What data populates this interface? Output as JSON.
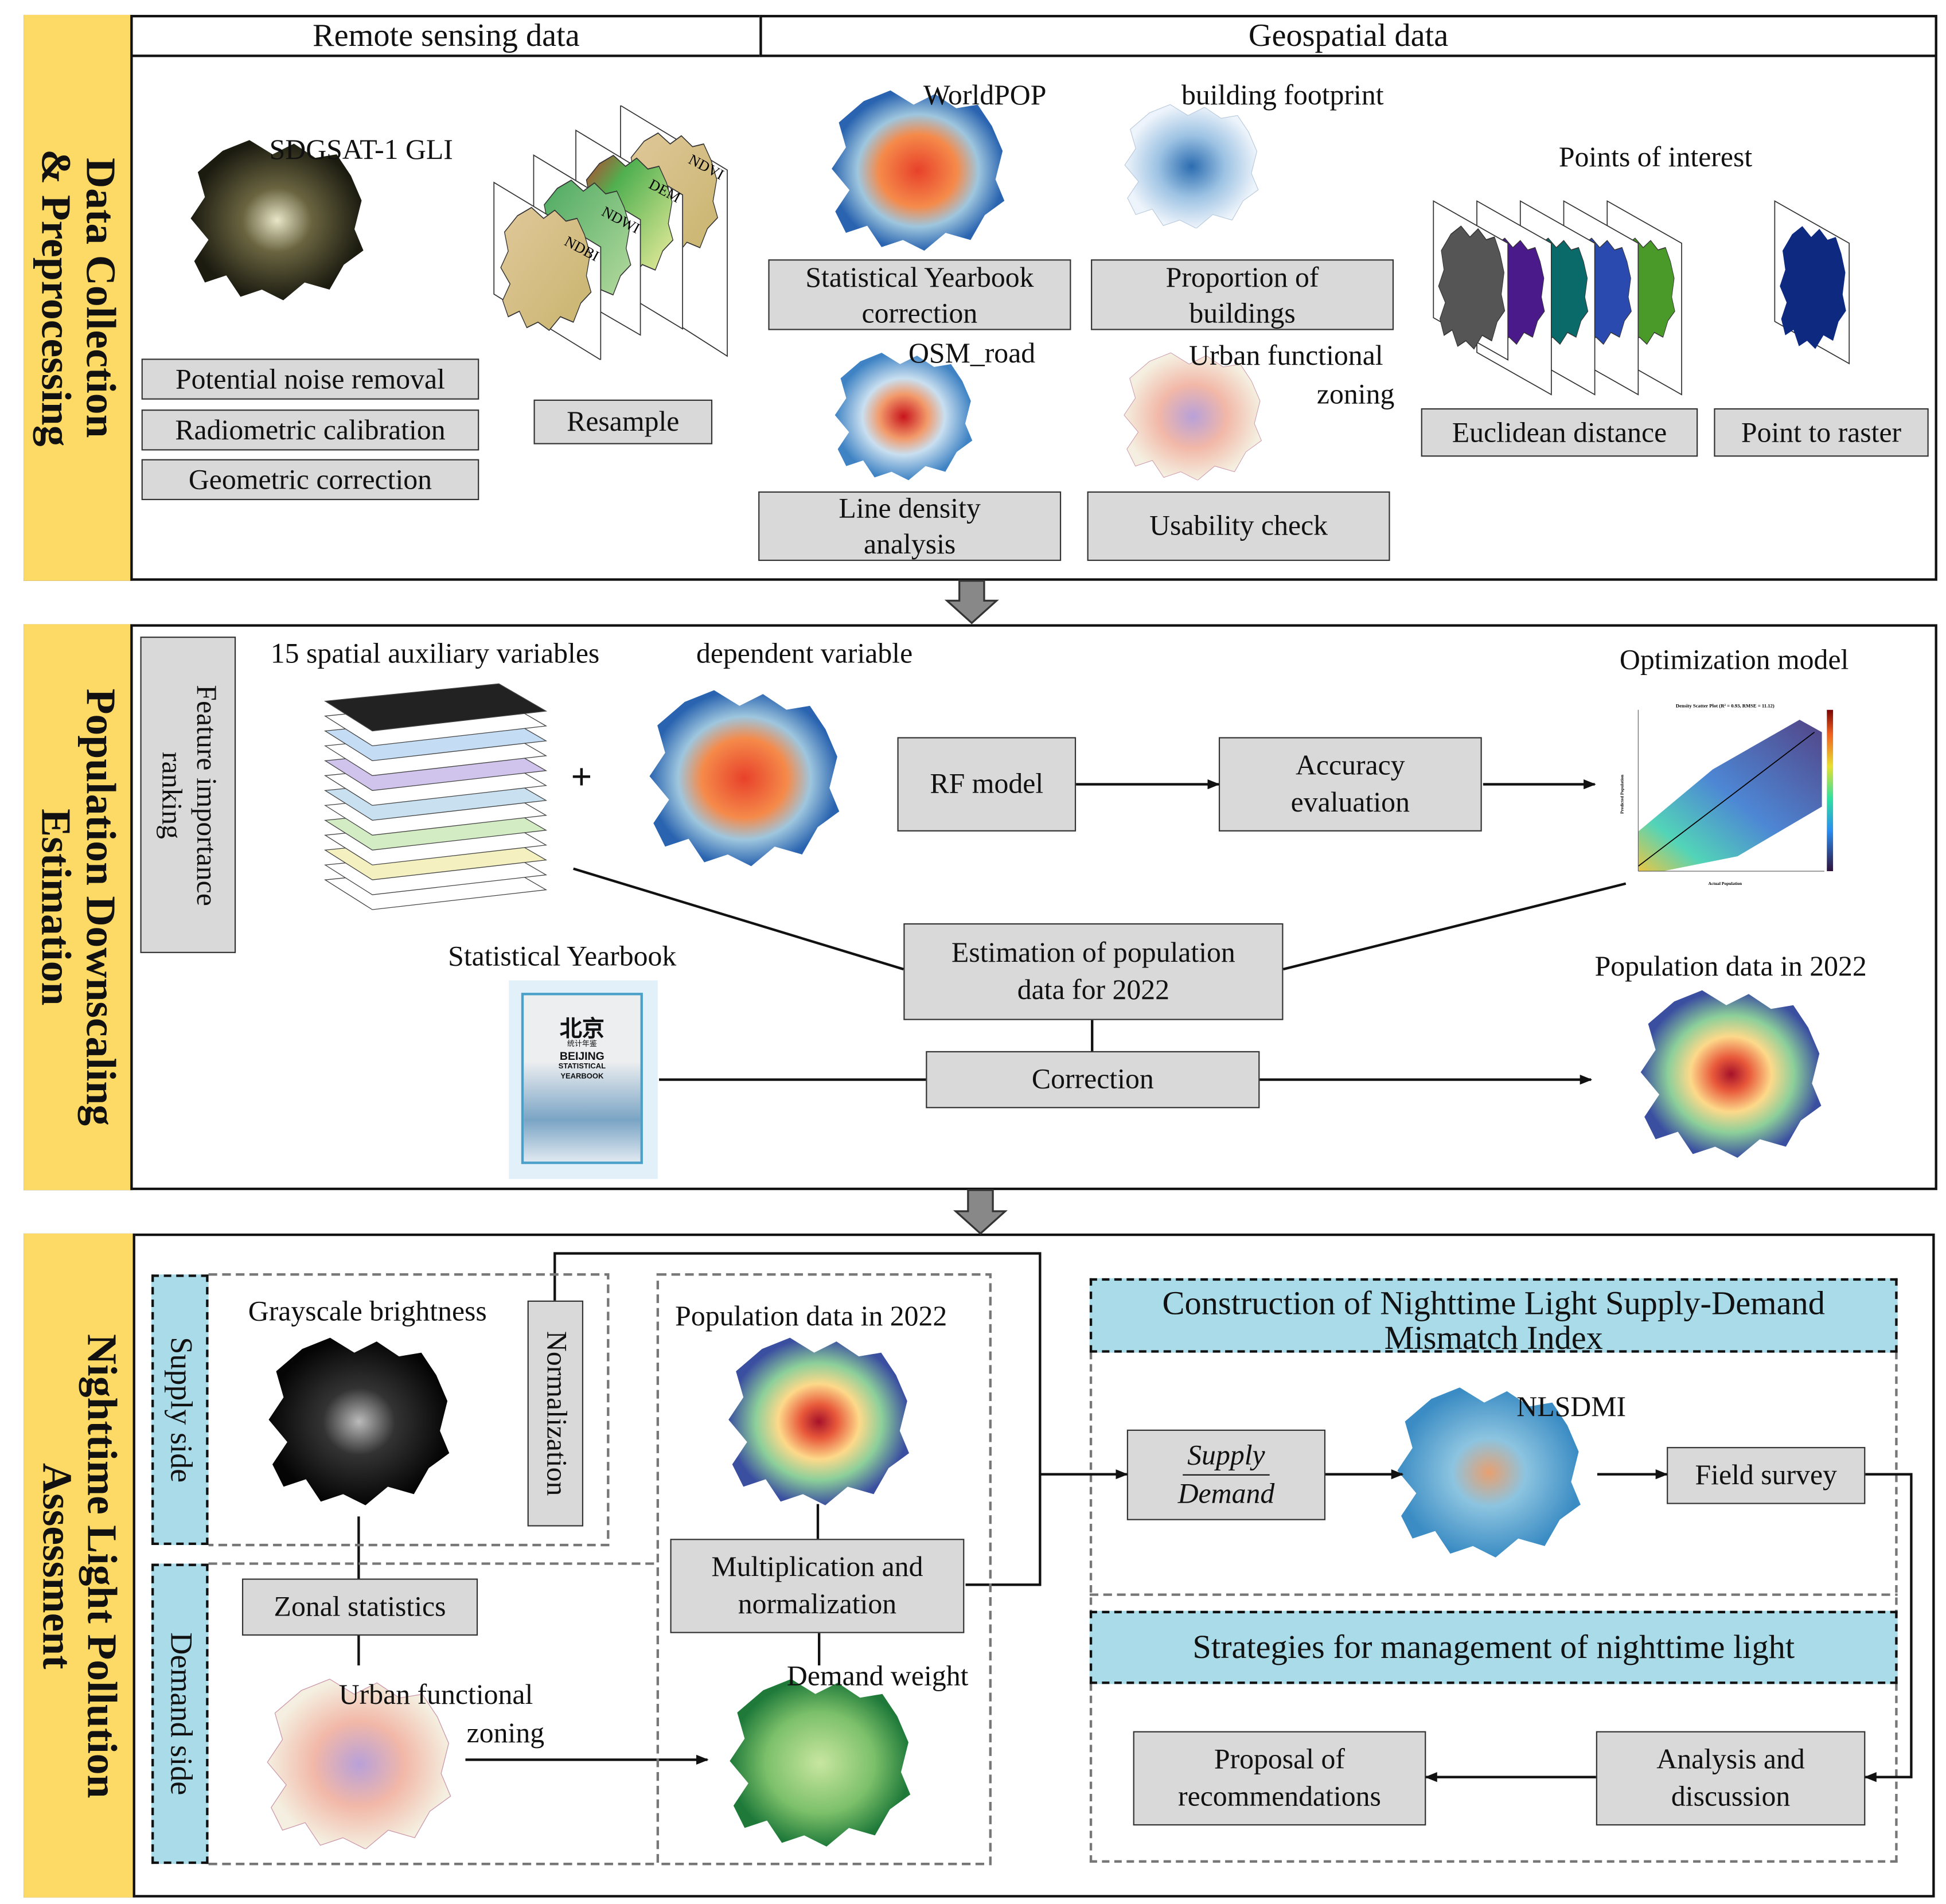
{
  "colors": {
    "section_bar": "#fdd966",
    "box_fill": "#d9d9d9",
    "header_fill": "#a9dbe9"
  },
  "section1": {
    "title_line1": "Data Collection",
    "title_line2": "& Preprocessing",
    "header_remote": "Remote sensing data",
    "header_geo": "Geospatial data",
    "sdgsat_label": "SDGSAT-1 GLI",
    "layer_labels": [
      "NDBI",
      "NDWI",
      "DEM",
      "NDVI"
    ],
    "worldpop_label": "WorldPOP",
    "building_label": "building footprint",
    "poi_label": "Points of interest",
    "osm_label": "OSM_road",
    "ufz_label_line1": "Urban functional",
    "ufz_label_line2": "zoning",
    "boxes": {
      "noise": "Potential noise removal",
      "radiometric": "Radiometric calibration",
      "geometric": "Geometric correction",
      "resample": "Resample",
      "yearbook_line1": "Statistical Yearbook",
      "yearbook_line2": "correction",
      "buildings_line1": "Proportion of",
      "buildings_line2": "buildings",
      "line_density_line1": "Line density",
      "line_density_line2": "analysis",
      "usability": "Usability check",
      "euclidean": "Euclidean distance",
      "point_raster": "Point to raster"
    }
  },
  "section2": {
    "title_line1": "Population Downscaling",
    "title_line2": "Estimation",
    "feature_line1": "Feature importance",
    "feature_line2": "ranking",
    "aux_label": "15 spatial auxiliary variables",
    "dep_label": "dependent variable",
    "plus": "+",
    "opt_label": "Optimization model",
    "rf": "RF model",
    "accuracy_line1": "Accuracy",
    "accuracy_line2": "evaluation",
    "estimation_line1": "Estimation of population",
    "estimation_line2": "data for 2022",
    "yearbook_label": "Statistical Yearbook",
    "yearbook_cover": {
      "cn_big": "北京",
      "cn_small": "统计年鉴",
      "en1": "BEIJING",
      "en2": "STATISTICAL",
      "en3": "YEARBOOK"
    },
    "correction": "Correction",
    "pop_label": "Population data in 2022",
    "scatter": {
      "title": "Density Scatter Plot (R² = 0.93, RMSE = 11.12)",
      "xlabel": "Actual Population",
      "ylabel": "Predicted Population",
      "xlim": [
        0,
        180
      ],
      "ylim": [
        0,
        180
      ],
      "colorbar_max": 500
    }
  },
  "section3": {
    "title_line1": "Nighttime Light Pollution",
    "title_line2": "Assessment",
    "supply_side": "Supply side",
    "demand_side": "Demand side",
    "gray_label": "Grayscale brightness",
    "normalization": "Normalization",
    "pop_label": "Population data in 2022",
    "zonal": "Zonal statistics",
    "mult_line1": "Multiplication and",
    "mult_line2": "normalization",
    "ufz_line1": "Urban functional",
    "ufz_line2": "zoning",
    "demand_weight": "Demand weight",
    "construction_line1": "Construction of Nighttime Light Supply-Demand",
    "construction_line2": "Mismatch Index",
    "supply": "Supply",
    "demand": "Demand",
    "nlsdmi": "NLSDMI",
    "field_survey": "Field survey",
    "strategies": "Strategies for management of nighttime light",
    "analysis_line1": "Analysis and",
    "analysis_line2": "discussion",
    "proposal_line1": "Proposal of",
    "proposal_line2": "recommendations"
  }
}
